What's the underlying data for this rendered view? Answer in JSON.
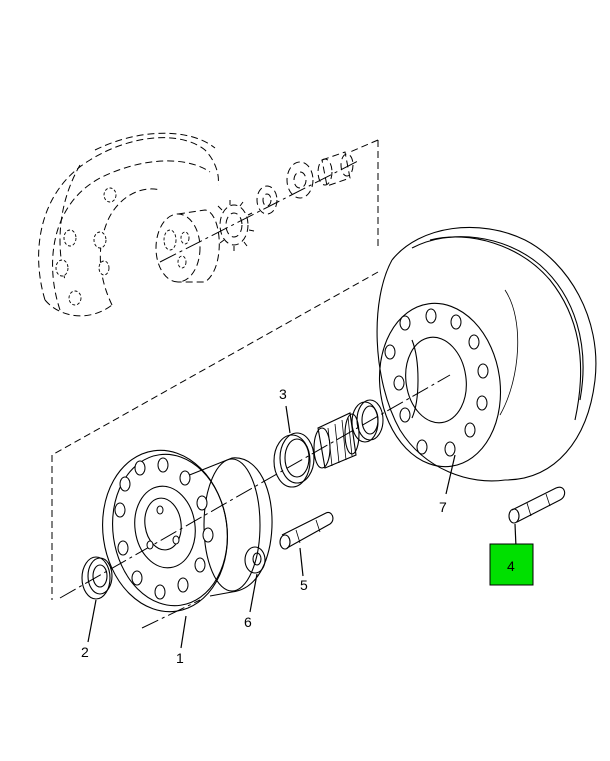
{
  "callouts": [
    {
      "id": "1",
      "label": "1"
    },
    {
      "id": "2",
      "label": "2"
    },
    {
      "id": "3",
      "label": "3"
    },
    {
      "id": "4",
      "label": "4",
      "highlighted": true
    },
    {
      "id": "5",
      "label": "5"
    },
    {
      "id": "6",
      "label": "6"
    },
    {
      "id": "7",
      "label": "7"
    }
  ],
  "colors": {
    "highlight": "#00e000",
    "line": "#000000",
    "background": "#ffffff"
  }
}
